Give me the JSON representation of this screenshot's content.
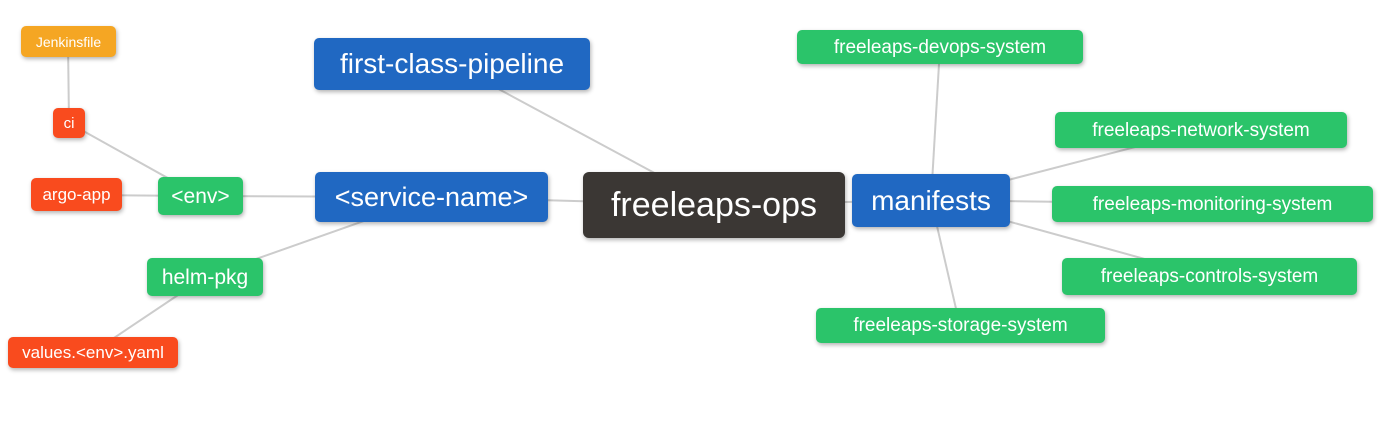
{
  "diagram": {
    "type": "mindmap",
    "palette": {
      "root_dark": "#3b3734",
      "branch_blue": "#2068c2",
      "leaf_green": "#2bc46a",
      "leaf_red": "#f94b1e",
      "leaf_orange": "#f5a623",
      "edge_gray": "#cccccc",
      "node_text": "#ffffff",
      "background": "#ffffff"
    },
    "nodes": {
      "freeleaps_ops": {
        "label": "freeleaps-ops",
        "color": "#3b3734",
        "role": "root"
      },
      "first_class_pipeline": {
        "label": "first-class-pipeline",
        "color": "#2068c2",
        "role": "branch"
      },
      "service_name": {
        "label": "<service-name>",
        "color": "#2068c2",
        "role": "branch"
      },
      "manifests": {
        "label": "manifests",
        "color": "#2068c2",
        "role": "branch"
      },
      "env": {
        "label": "<env>",
        "color": "#2bc46a",
        "role": "leaf"
      },
      "helm_pkg": {
        "label": "helm-pkg",
        "color": "#2bc46a",
        "role": "leaf"
      },
      "jenkinsfile": {
        "label": "Jenkinsfile",
        "color": "#f5a623",
        "role": "leaf"
      },
      "ci": {
        "label": "ci",
        "color": "#f94b1e",
        "role": "leaf"
      },
      "argo_app": {
        "label": "argo-app",
        "color": "#f94b1e",
        "role": "leaf"
      },
      "values_env_yaml": {
        "label": "values.<env>.yaml",
        "color": "#f94b1e",
        "role": "leaf"
      },
      "freeleaps_devops_system": {
        "label": "freeleaps-devops-system",
        "color": "#2bc46a",
        "role": "leaf"
      },
      "freeleaps_network_system": {
        "label": "freeleaps-network-system",
        "color": "#2bc46a",
        "role": "leaf"
      },
      "freeleaps_monitoring_system": {
        "label": "freeleaps-monitoring-system",
        "color": "#2bc46a",
        "role": "leaf"
      },
      "freeleaps_controls_system": {
        "label": "freeleaps-controls-system",
        "color": "#2bc46a",
        "role": "leaf"
      },
      "freeleaps_storage_system": {
        "label": "freeleaps-storage-system",
        "color": "#2bc46a",
        "role": "leaf"
      }
    },
    "edges": [
      {
        "from": "jenkinsfile",
        "to": "ci"
      },
      {
        "from": "ci",
        "to": "env"
      },
      {
        "from": "argo_app",
        "to": "env"
      },
      {
        "from": "env",
        "to": "service_name"
      },
      {
        "from": "helm_pkg",
        "to": "service_name"
      },
      {
        "from": "values_env_yaml",
        "to": "helm_pkg"
      },
      {
        "from": "first_class_pipeline",
        "to": "freeleaps_ops"
      },
      {
        "from": "service_name",
        "to": "freeleaps_ops"
      },
      {
        "from": "freeleaps_ops",
        "to": "manifests"
      },
      {
        "from": "manifests",
        "to": "freeleaps_devops_system"
      },
      {
        "from": "manifests",
        "to": "freeleaps_network_system"
      },
      {
        "from": "manifests",
        "to": "freeleaps_monitoring_system"
      },
      {
        "from": "manifests",
        "to": "freeleaps_controls_system"
      },
      {
        "from": "manifests",
        "to": "freeleaps_storage_system"
      }
    ]
  }
}
